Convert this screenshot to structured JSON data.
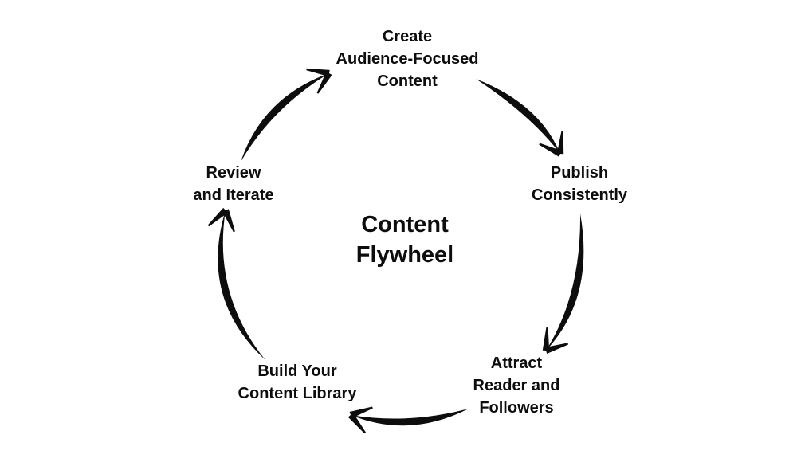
{
  "title": {
    "text": "Content\nFlywheel"
  },
  "nodes": [
    {
      "id": "create",
      "label": "Create\nAudience-Focused\nContent"
    },
    {
      "id": "publish",
      "label": "Publish\nConsistently"
    },
    {
      "id": "attract",
      "label": "Attract\nReader and\nFollowers"
    },
    {
      "id": "build",
      "label": "Build Your\nContent Library"
    },
    {
      "id": "review",
      "label": "Review\nand Iterate"
    }
  ],
  "colors": {
    "ink": "#0d0d0d",
    "background": "#ffffff"
  }
}
